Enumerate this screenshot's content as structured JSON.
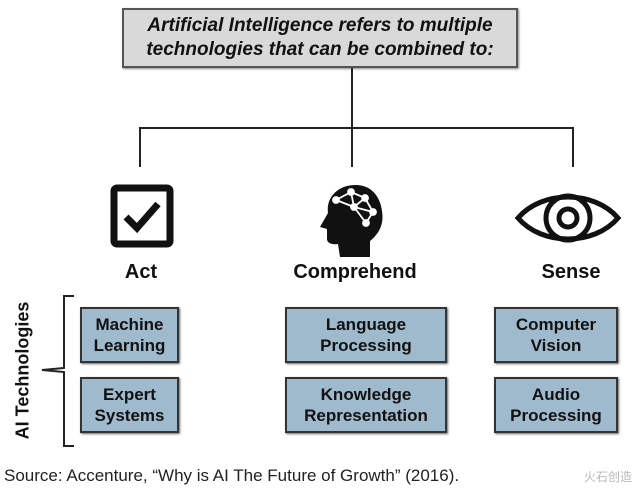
{
  "title": "Artificial Intelligence refers to multiple technologies that can be combined to:",
  "categories": [
    {
      "label": "Act",
      "icon": "checkbox-icon",
      "techs": [
        "Machine Learning",
        "Expert Systems"
      ]
    },
    {
      "label": "Comprehend",
      "icon": "brain-head-icon",
      "techs": [
        "Language Processing",
        "Knowledge Representation"
      ]
    },
    {
      "label": "Sense",
      "icon": "eye-icon",
      "techs": [
        "Computer Vision",
        "Audio Processing"
      ]
    }
  ],
  "side_label": "AI Technologies",
  "source": "Source: Accenture, “Why is AI The Future of Growth” (2016).",
  "watermark": "火石创造",
  "colors": {
    "title_box": "#d9d9d9",
    "tech_box": "#9fb9cd"
  }
}
